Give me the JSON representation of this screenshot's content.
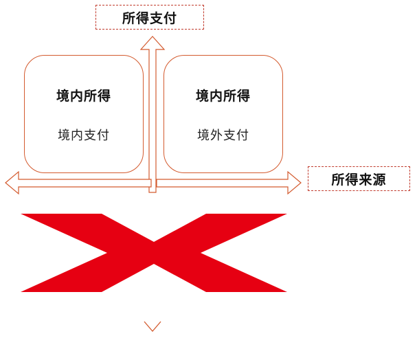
{
  "axes": {
    "vertical_label": "所得支付",
    "horizontal_label": "所得来源"
  },
  "quadrants": [
    {
      "title": "境内所得",
      "subtitle": "境内支付"
    },
    {
      "title": "境内所得",
      "subtitle": "境外支付"
    }
  ],
  "colors": {
    "outline": "#d35a2e",
    "cross": "#e60012"
  }
}
